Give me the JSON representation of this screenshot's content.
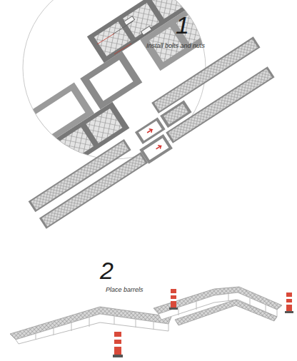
{
  "diagram": {
    "labels": [
      "1",
      "Install bolts and nuts",
      "2",
      "Place barrels"
    ]
  }
}
